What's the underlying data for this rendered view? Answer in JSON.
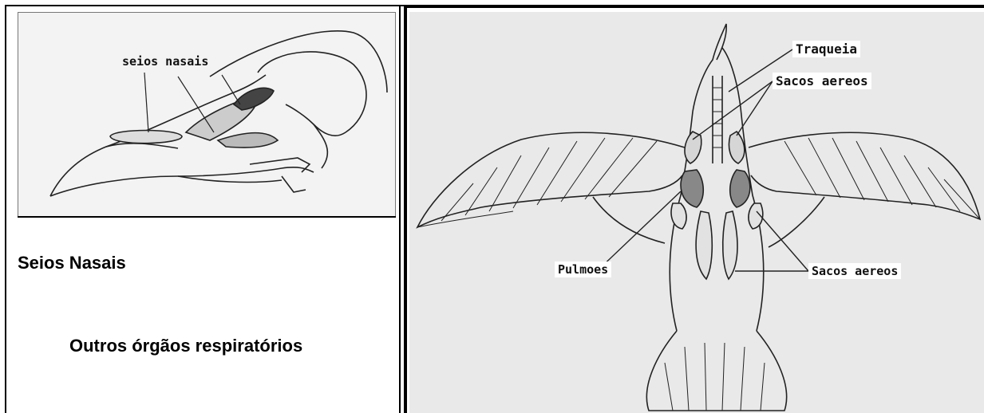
{
  "left_column": {
    "skull_label": "seios nasais",
    "heading_1": "Seios Nasais",
    "heading_2": "Outros órgãos respiratórios"
  },
  "bird_diagram": {
    "labels": {
      "traqueia": "Traqueia",
      "sacos_aereos_top": "Sacos aereos",
      "pulmoes": "Pulmoes",
      "sacos_aereos_bottom": "Sacos aereos"
    }
  },
  "colors": {
    "border": "#000000",
    "panel_background": "#eeeeee",
    "line_art": "#222222"
  }
}
